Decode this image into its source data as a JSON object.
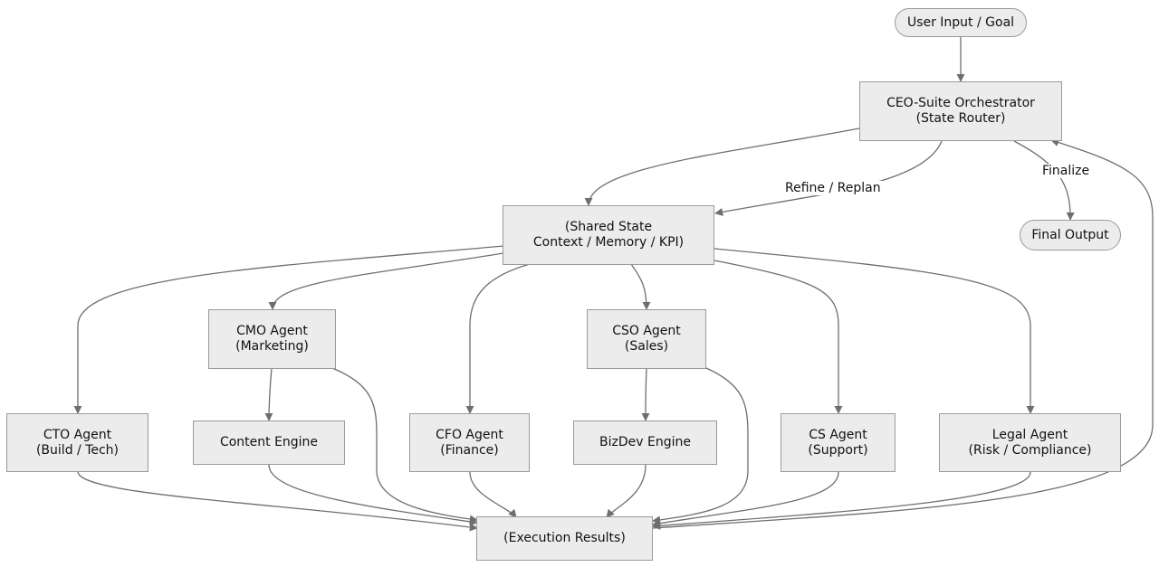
{
  "nodes": {
    "user_input": {
      "lines": [
        "User Input / Goal"
      ]
    },
    "orchestrator": {
      "lines": [
        "CEO-Suite Orchestrator",
        "(State Router)"
      ]
    },
    "shared_state": {
      "lines": [
        "(Shared State",
        "Context / Memory / KPI)"
      ]
    },
    "final_output": {
      "lines": [
        "Final Output"
      ]
    },
    "cmo": {
      "lines": [
        "CMO Agent",
        "(Marketing)"
      ]
    },
    "cso": {
      "lines": [
        "CSO Agent",
        "(Sales)"
      ]
    },
    "cto": {
      "lines": [
        "CTO Agent",
        "(Build / Tech)"
      ]
    },
    "content_engine": {
      "lines": [
        "Content Engine"
      ]
    },
    "cfo": {
      "lines": [
        "CFO Agent",
        "(Finance)"
      ]
    },
    "bizdev": {
      "lines": [
        "BizDev Engine"
      ]
    },
    "cs": {
      "lines": [
        "CS Agent",
        "(Support)"
      ]
    },
    "legal": {
      "lines": [
        "Legal Agent",
        "(Risk / Compliance)"
      ]
    },
    "execution": {
      "lines": [
        "(Execution Results)"
      ]
    }
  },
  "edge_labels": {
    "refine": "Refine / Replan",
    "finalize": "Finalize"
  },
  "colors": {
    "node_fill": "#ececec",
    "node_border": "#9a9a9a",
    "edge": "#6e6e6e"
  }
}
